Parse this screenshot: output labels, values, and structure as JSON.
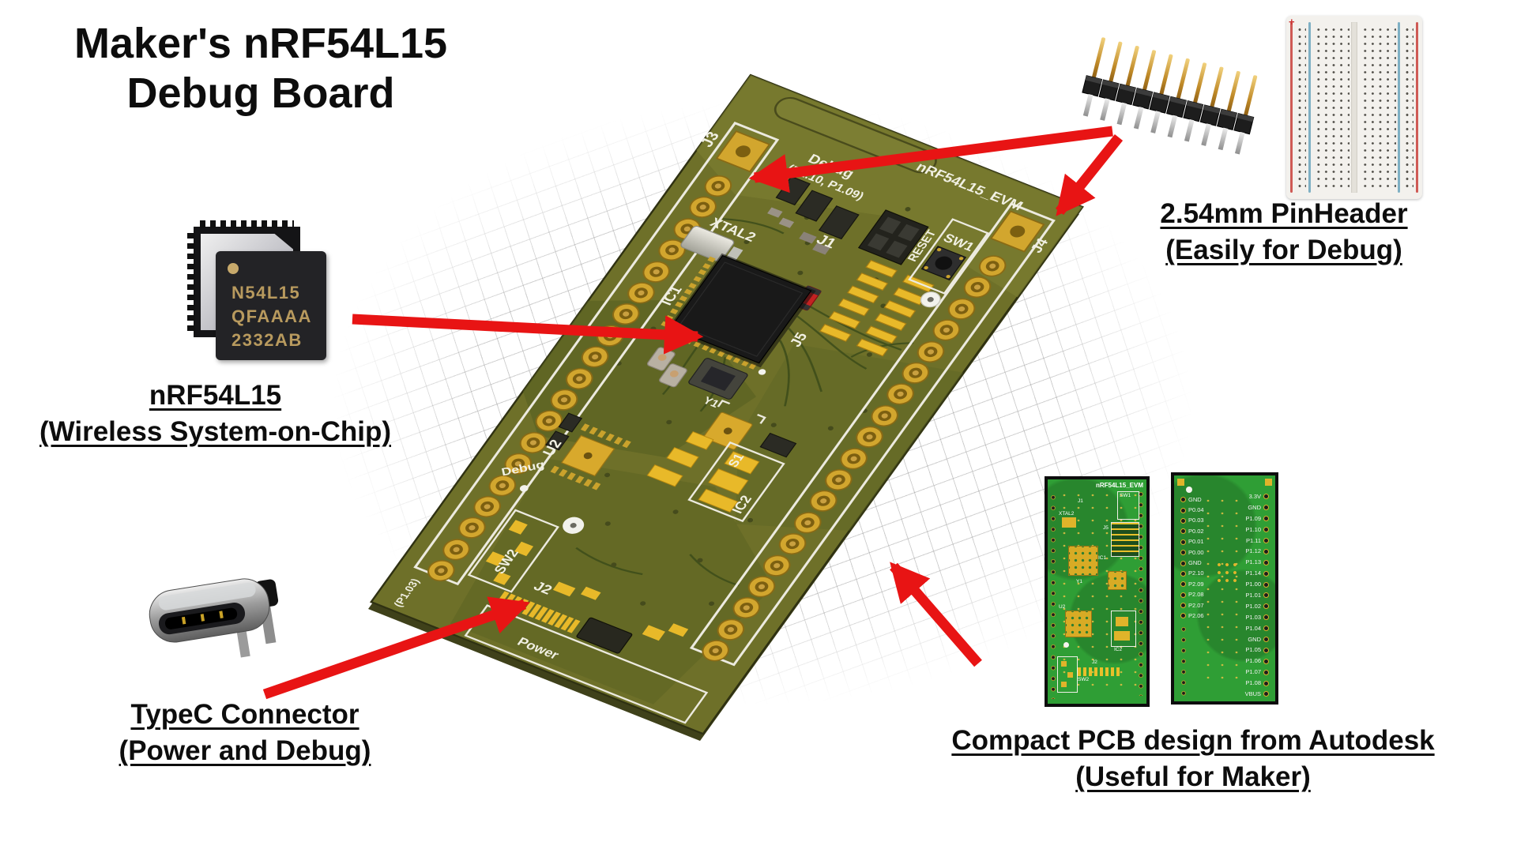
{
  "title": {
    "line1": "Maker's nRF54L15",
    "line2": "Debug Board"
  },
  "chip": {
    "markings": [
      "N54L15",
      "QFAAAA",
      "2332AB"
    ],
    "caption_line1": "nRF54L15",
    "caption_line2": "(Wireless System-on-Chip)"
  },
  "typec": {
    "caption_line1": "TypeC Connector",
    "caption_line2": "(Power and Debug)"
  },
  "pinheader": {
    "caption_line1": "2.54mm PinHeader",
    "caption_line2": "(Easily for Debug)"
  },
  "breadboard": {
    "plus_label": "+"
  },
  "compact": {
    "caption_line1": "Compact PCB design from Autodesk",
    "caption_line2": "(Useful for Maker)",
    "front_title": "nRF54L15_EVM",
    "back_left_pins": [
      "GND",
      "P0.04",
      "P0.03",
      "P0.02",
      "P0.01",
      "P0.00",
      "GND",
      "P2.10",
      "P2.09",
      "P2.08",
      "P2.07",
      "P2.06"
    ],
    "back_right_pins": [
      "3.3V",
      "GND",
      "P1.09",
      "P1.10",
      "P1.11",
      "P1.12",
      "P1.13",
      "P1.14",
      "P1.00",
      "P1.01",
      "P1.02",
      "P1.03",
      "P1.04",
      "GND",
      "P1.05",
      "P1.06",
      "P1.07",
      "P1.08",
      "VBUS"
    ]
  },
  "board": {
    "silkscreen": {
      "j3": "J3",
      "debug_top1": "Debug",
      "debug_top2": "(P1.10, P1.09)",
      "j1": "J1",
      "xtal2": "XTAL2",
      "j5": "J5",
      "reset": "RESET",
      "sw1": "SW1",
      "evm": "nRF54L15_EVM",
      "j4": "J4",
      "ic1": "IC1",
      "y1": "Y1",
      "s1": "S1",
      "u2": "U2",
      "ic2": "IC2",
      "debug_bottom": "Debug",
      "sw2": "SW2",
      "p1_03": "(P1.03)",
      "j2": "J2",
      "power": "Power"
    }
  },
  "colors": {
    "arrow_red": "#e81414",
    "pcb_olive": "#6e7029",
    "pcb_green": "#2f9e35",
    "copper_gold": "#c9992a",
    "silkscreen_white": "#f1f0e3"
  }
}
